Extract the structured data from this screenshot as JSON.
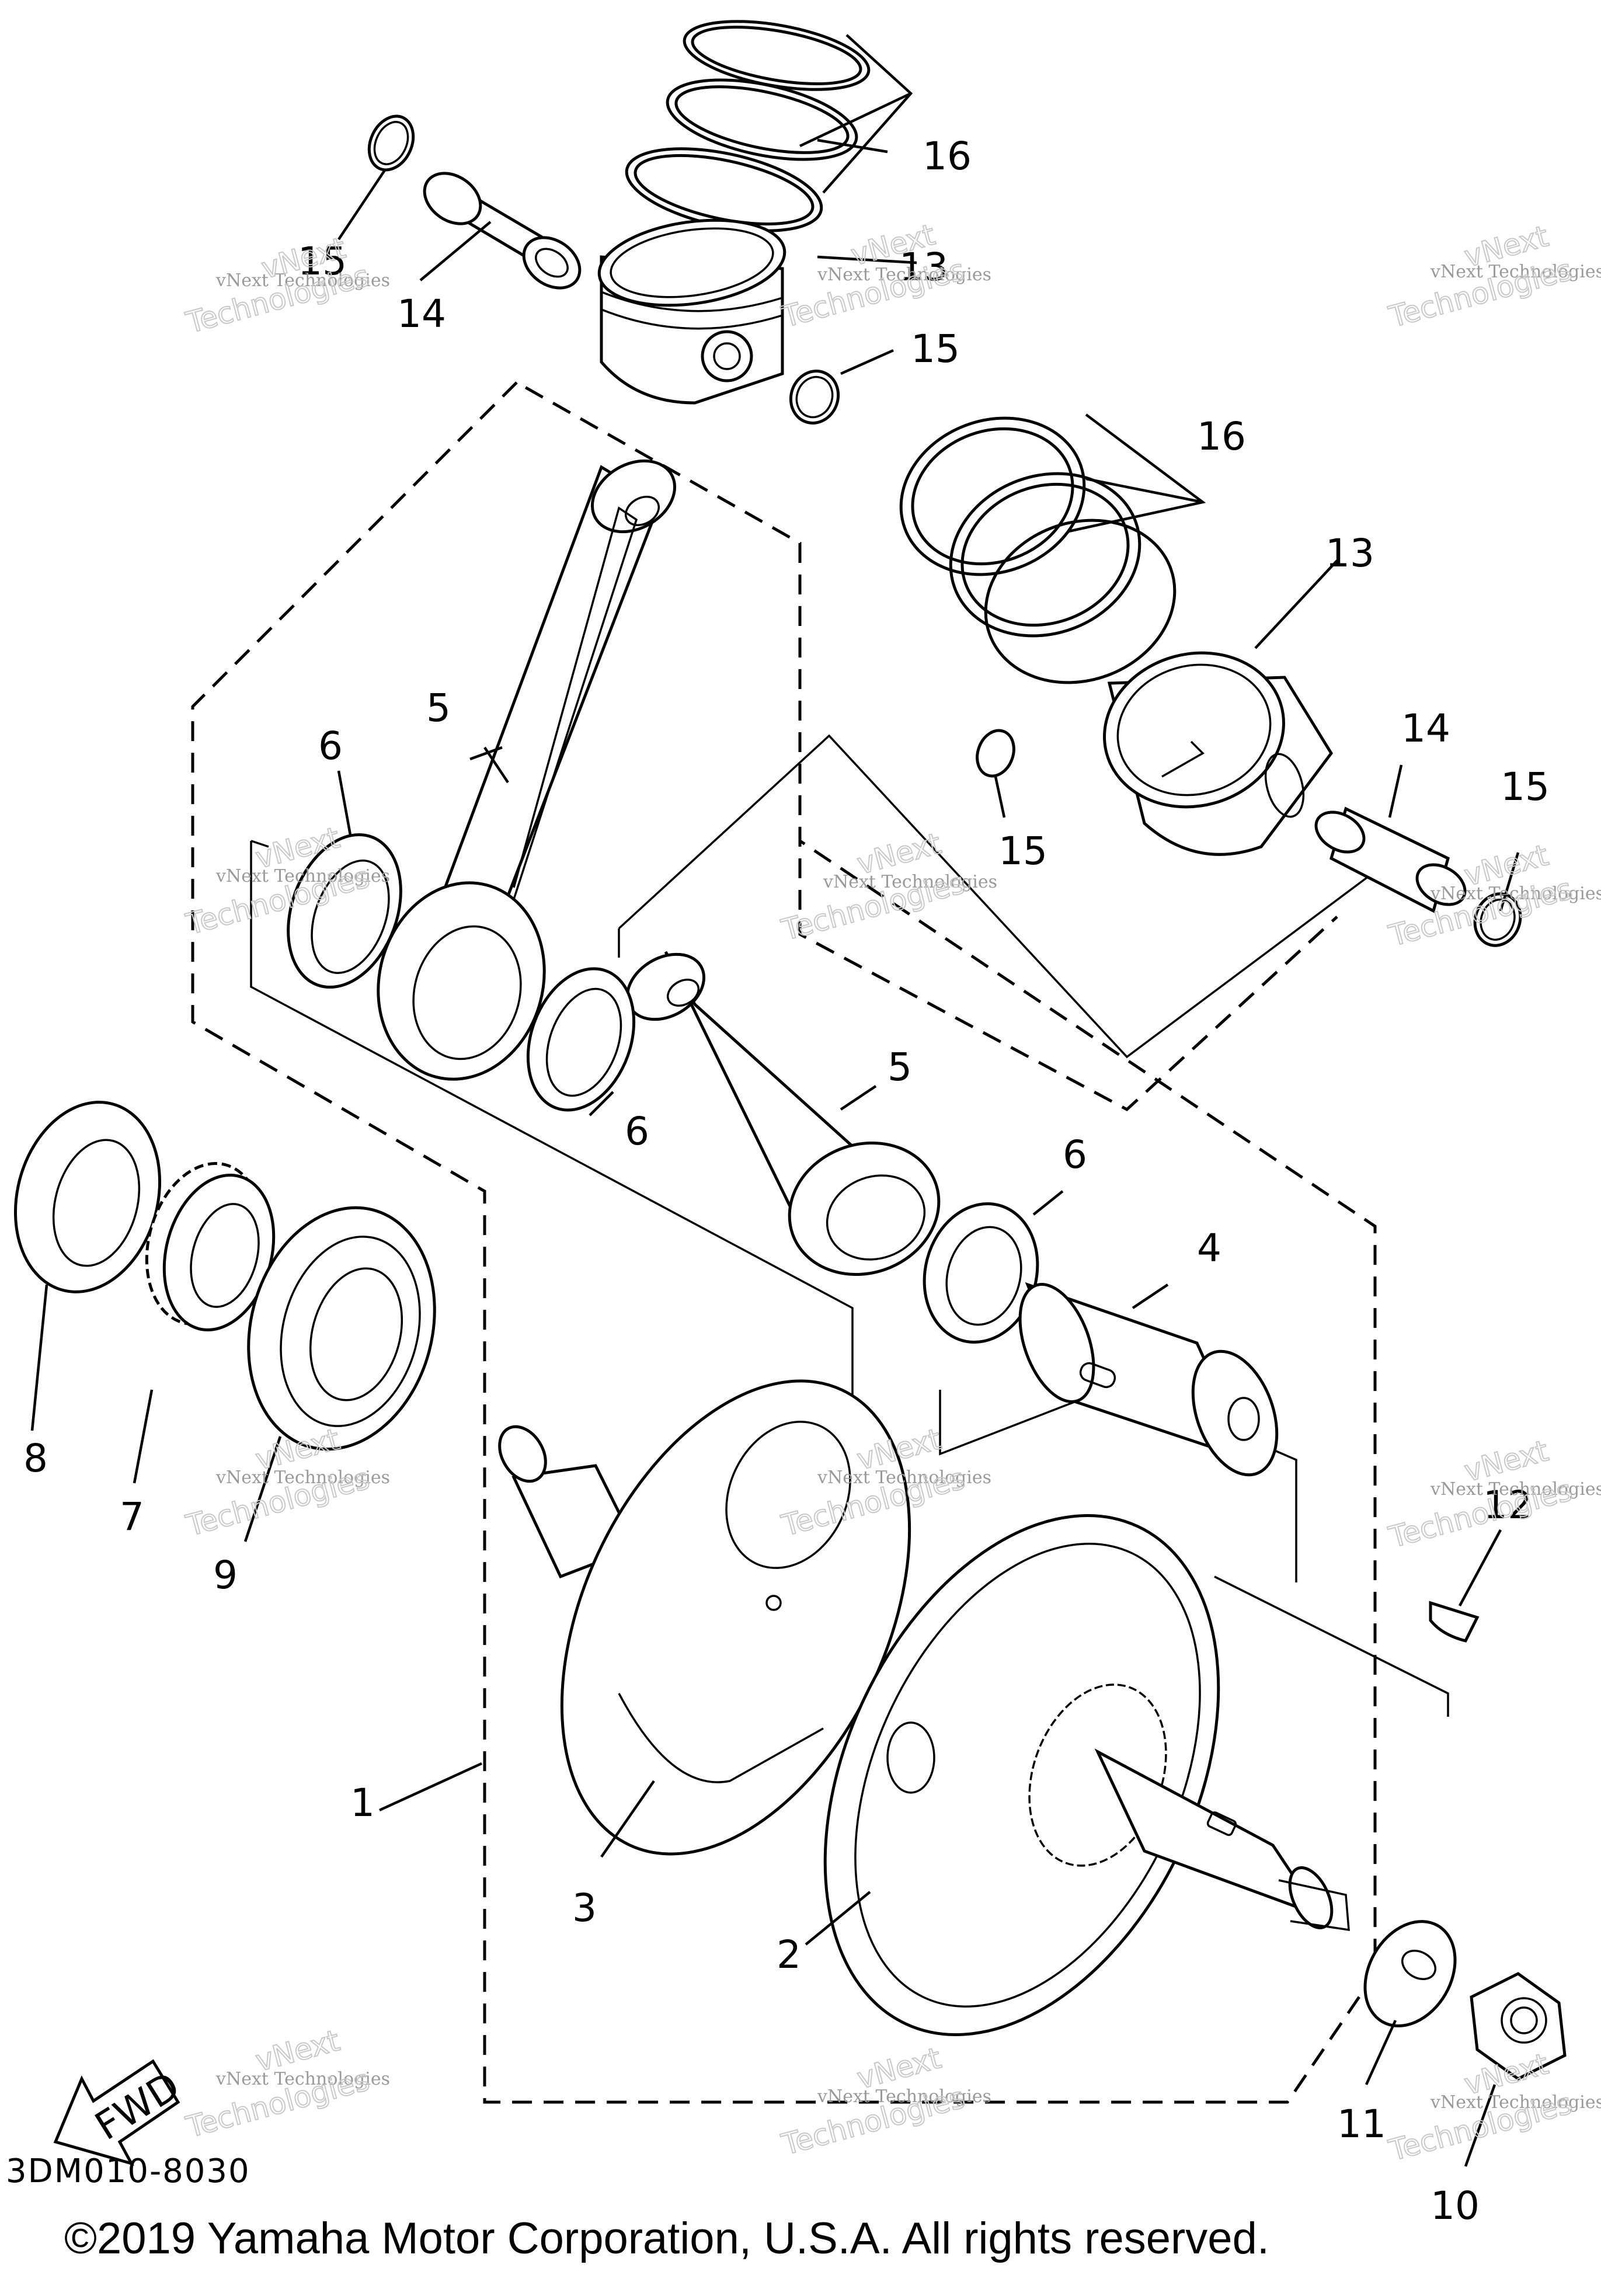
{
  "diagram": {
    "drawing_code": "3DM010-8030",
    "copyright": "©2019 Yamaha Motor Corporation, U.S.A. All rights reserved.",
    "fwd_label": "FWD",
    "watermark_line1": "vNext Technologies",
    "watermark_line2": "vNext",
    "watermark_line3": "Technologies",
    "callouts": {
      "c1": "1",
      "c2": "2",
      "c3": "3",
      "c4": "4",
      "c5a": "5",
      "c5b": "5",
      "c6a": "6",
      "c6b": "6",
      "c6c": "6",
      "c7": "7",
      "c8": "8",
      "c9": "9",
      "c10": "10",
      "c11": "11",
      "c12": "12",
      "c13a": "13",
      "c13b": "13",
      "c14a": "14",
      "c14b": "14",
      "c15a": "15",
      "c15b": "15",
      "c15c": "15",
      "c15d": "15",
      "c16a": "16",
      "c16b": "16"
    }
  }
}
